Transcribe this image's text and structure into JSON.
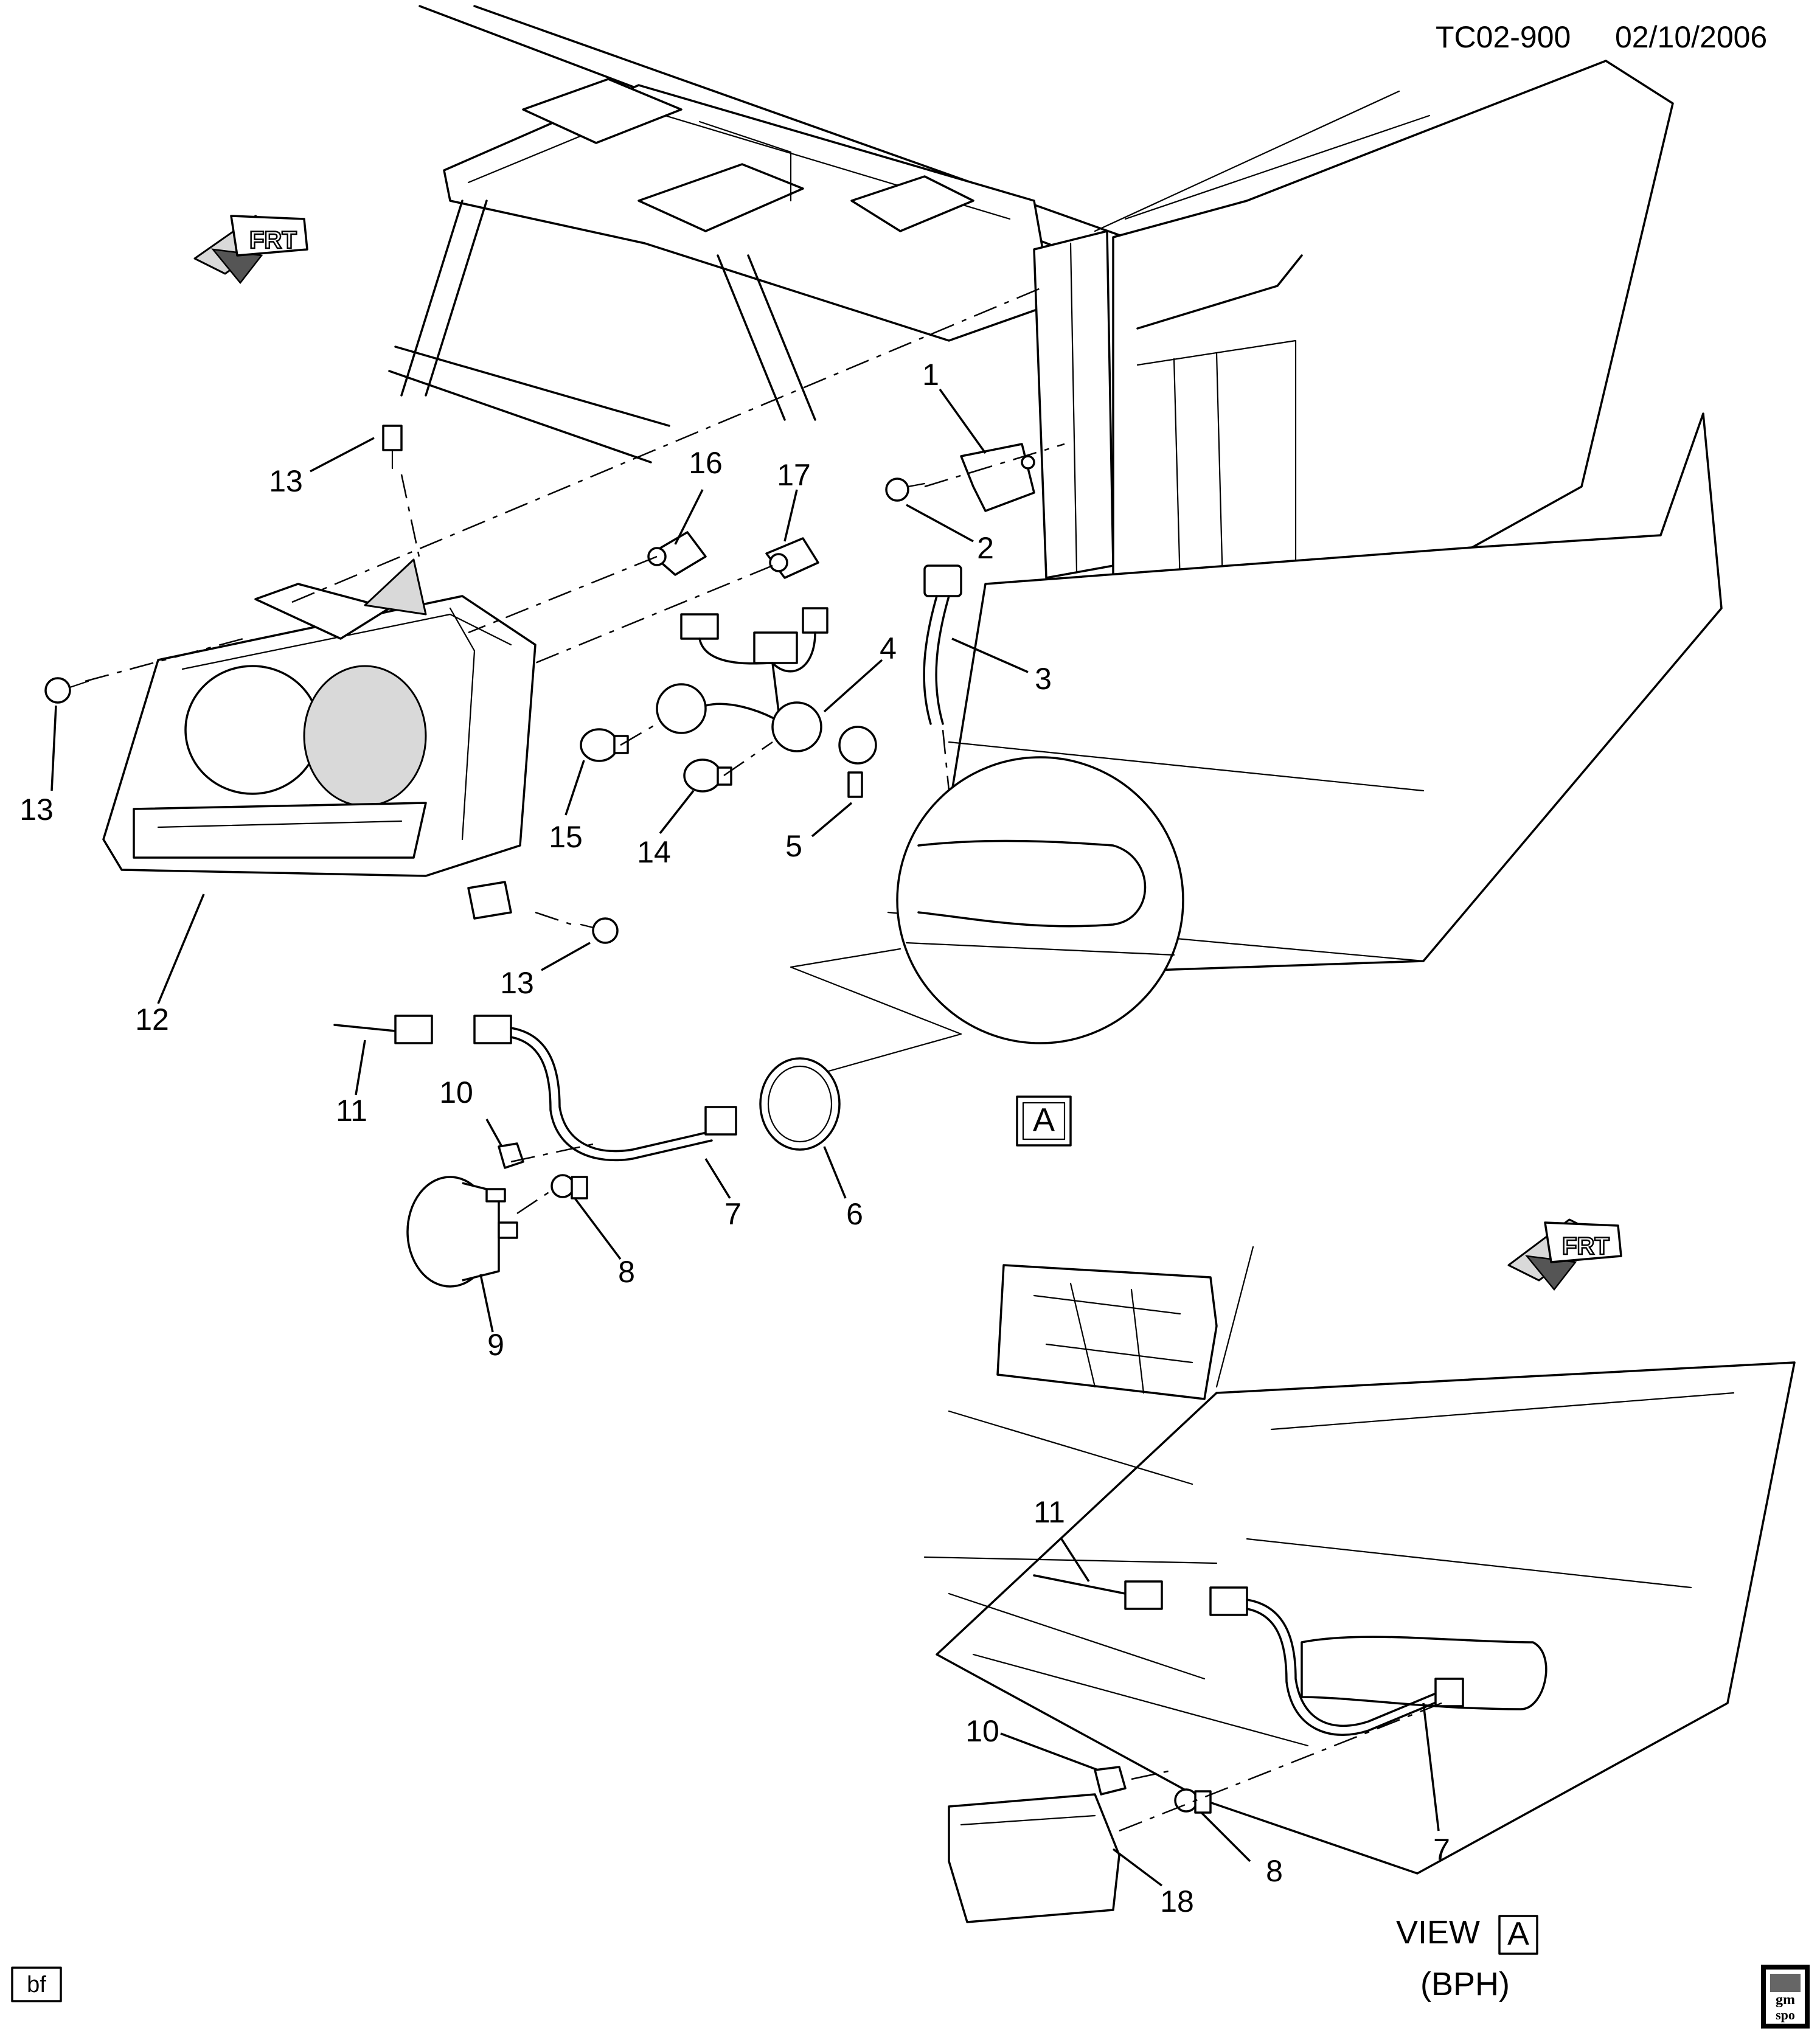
{
  "header": {
    "diagram_id": "TC02-900",
    "date": "02/10/2006"
  },
  "footer": {
    "initials": "bf",
    "logo_text_top": "gm",
    "logo_text_bottom": "spo"
  },
  "direction_indicators": [
    {
      "label": "FRT"
    },
    {
      "label": "FRT"
    }
  ],
  "view_label": {
    "prefix": "VIEW",
    "ref": "A",
    "qualifier": "(BPH)"
  },
  "detail_ref": {
    "label": "A"
  },
  "callouts": [
    {
      "id": "c1",
      "label": "1"
    },
    {
      "id": "c2",
      "label": "2"
    },
    {
      "id": "c3",
      "label": "3"
    },
    {
      "id": "c4",
      "label": "4"
    },
    {
      "id": "c5",
      "label": "5"
    },
    {
      "id": "c6",
      "label": "6"
    },
    {
      "id": "c7a",
      "label": "7"
    },
    {
      "id": "c8a",
      "label": "8"
    },
    {
      "id": "c9",
      "label": "9"
    },
    {
      "id": "c10a",
      "label": "10"
    },
    {
      "id": "c11a",
      "label": "11"
    },
    {
      "id": "c12",
      "label": "12"
    },
    {
      "id": "c13a",
      "label": "13"
    },
    {
      "id": "c13b",
      "label": "13"
    },
    {
      "id": "c13c",
      "label": "13"
    },
    {
      "id": "c14",
      "label": "14"
    },
    {
      "id": "c15",
      "label": "15"
    },
    {
      "id": "c16",
      "label": "16"
    },
    {
      "id": "c17",
      "label": "17"
    },
    {
      "id": "c11b",
      "label": "11"
    },
    {
      "id": "c10b",
      "label": "10"
    },
    {
      "id": "c7b",
      "label": "7"
    },
    {
      "id": "c8b",
      "label": "8"
    },
    {
      "id": "c18",
      "label": "18"
    }
  ]
}
